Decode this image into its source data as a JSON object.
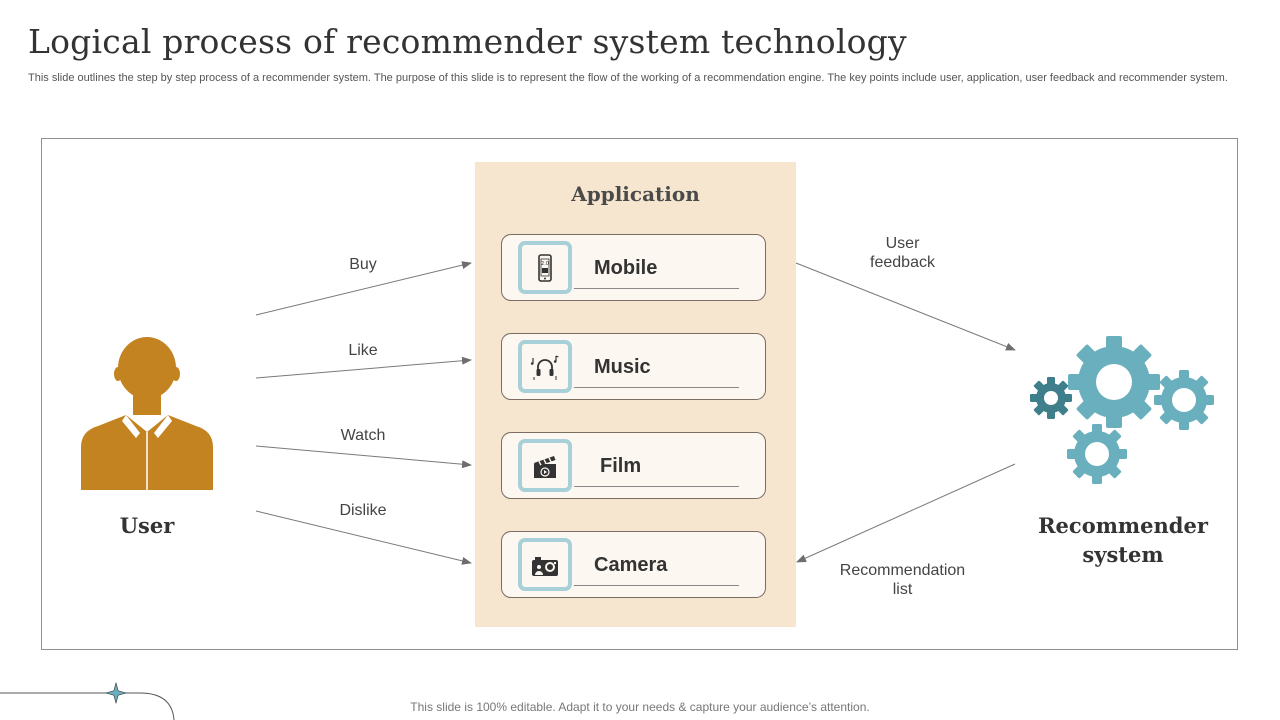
{
  "title": "Logical process of  recommender system technology",
  "subtitle": "This slide outlines the step by step process of a recommender system. The purpose of this slide is to represent the flow of the working of a recommendation engine. The key points include user, application, user feedback and recommender system.",
  "user_node": {
    "label": "User",
    "icon": "user-silhouette-icon",
    "color": "#c48321"
  },
  "application": {
    "title": "Application",
    "items": [
      {
        "label": "Mobile",
        "icon": "mobile-icon"
      },
      {
        "label": "Music",
        "icon": "headphones-music-icon"
      },
      {
        "label": "Film",
        "icon": "clapperboard-icon"
      },
      {
        "label": "Camera",
        "icon": "camera-icon"
      }
    ]
  },
  "actions": [
    "Buy",
    "Like",
    "Watch",
    "Dislike"
  ],
  "feedback_label": {
    "line1": "User",
    "line2": "feedback"
  },
  "recommendation_label": {
    "line1": "Recommendation",
    "line2": "list"
  },
  "recommender_node": {
    "line1": "Recommender",
    "line2": "system",
    "icon": "gears-icon"
  },
  "colors": {
    "accent_orange": "#c48321",
    "panel_beige": "#f7e6cf",
    "gear_teal": "#6aafbd",
    "gear_dark_teal": "#3f7f8c",
    "icon_frame": "#a8d0d8"
  },
  "footer": "This slide is 100% editable. Adapt it to your needs & capture your audience’s attention."
}
